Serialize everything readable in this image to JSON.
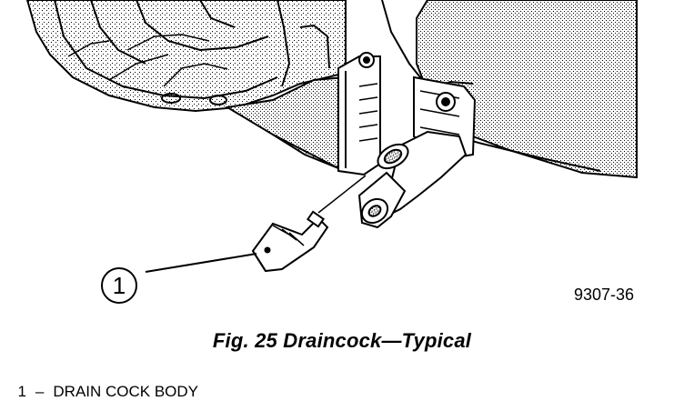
{
  "figure": {
    "callout_number": "1",
    "figure_code": "9307-36"
  },
  "caption": "Fig. 25 Draincock—Typical",
  "legend": [
    {
      "number": "1",
      "dash": "–",
      "label": "DRAIN COCK BODY"
    }
  ],
  "colors": {
    "ink": "#000000",
    "background": "#ffffff"
  }
}
